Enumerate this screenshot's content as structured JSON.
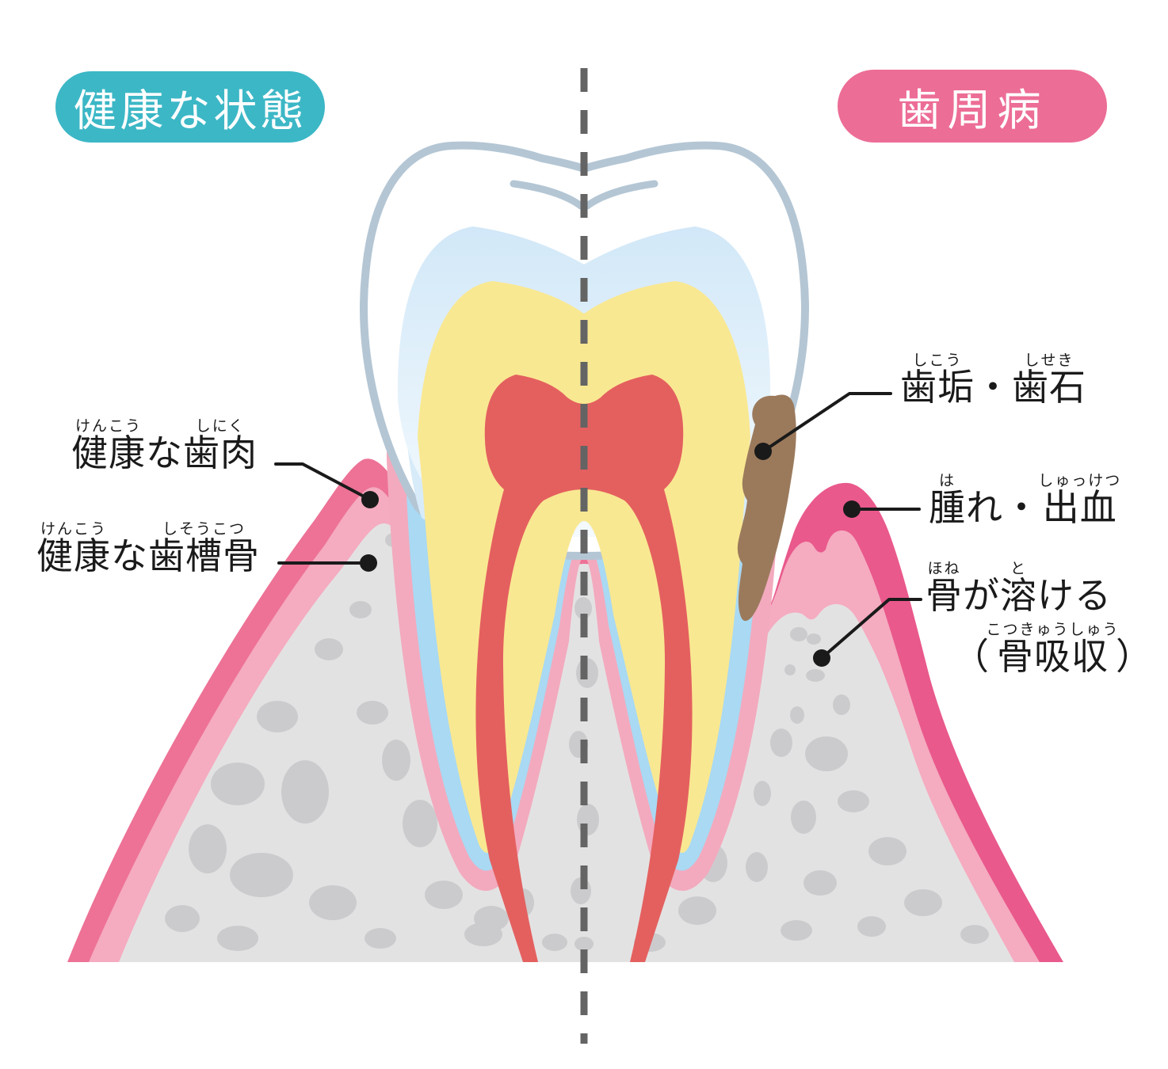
{
  "badges": {
    "healthy": {
      "label": "健康な状態",
      "color": "#3cb7c6"
    },
    "disease": {
      "label": "歯周病",
      "color": "#ec6d96"
    }
  },
  "labels": {
    "healthy_gum": {
      "segments": [
        {
          "base": "健康",
          "ruby": "けんこう"
        },
        {
          "base": "な"
        },
        {
          "base": "歯肉",
          "ruby": "しにく"
        }
      ]
    },
    "healthy_bone": {
      "segments": [
        {
          "base": "健康",
          "ruby": "けんこう"
        },
        {
          "base": "な"
        },
        {
          "base": "歯槽骨",
          "ruby": "しそうこつ"
        }
      ]
    },
    "plaque": {
      "segments": [
        {
          "base": "歯垢",
          "ruby": "しこう"
        },
        {
          "base": "・"
        },
        {
          "base": "歯石",
          "ruby": "しせき"
        }
      ]
    },
    "swelling": {
      "segments": [
        {
          "base": "腫",
          "ruby": "は"
        },
        {
          "base": "れ・"
        },
        {
          "base": "出血",
          "ruby": "しゅっけつ"
        }
      ]
    },
    "bone_loss_line1": {
      "segments": [
        {
          "base": "骨",
          "ruby": "ほね"
        },
        {
          "base": "が"
        },
        {
          "base": "溶",
          "ruby": "と"
        },
        {
          "base": "ける"
        }
      ]
    },
    "bone_loss_line2": {
      "segments": [
        {
          "base": "（"
        },
        {
          "base": "骨吸収",
          "ruby": "こつきゅうしゅう"
        },
        {
          "base": "）"
        }
      ]
    }
  },
  "colors": {
    "teal": "#3cb7c6",
    "pink-badge": "#ec6d96",
    "gum": "#ed7296",
    "gum-swollen": "#e9598c",
    "gum-light": "#f5abc0",
    "bone": "#e3e2e3",
    "bone-spot": "#cbcbcd",
    "enamel-line": "#b4c6d4",
    "crown-blue-top": "#d2e8f8",
    "crown-blue-bottom": "#f4fafd",
    "dentin": "#f9e892",
    "pulp": "#e4605f",
    "root-blue": "#a9d9f3",
    "root-pink": "#f3aabe",
    "tartar": "#9b7a5c",
    "dash": "#646464",
    "ink": "#1a1a1a"
  }
}
